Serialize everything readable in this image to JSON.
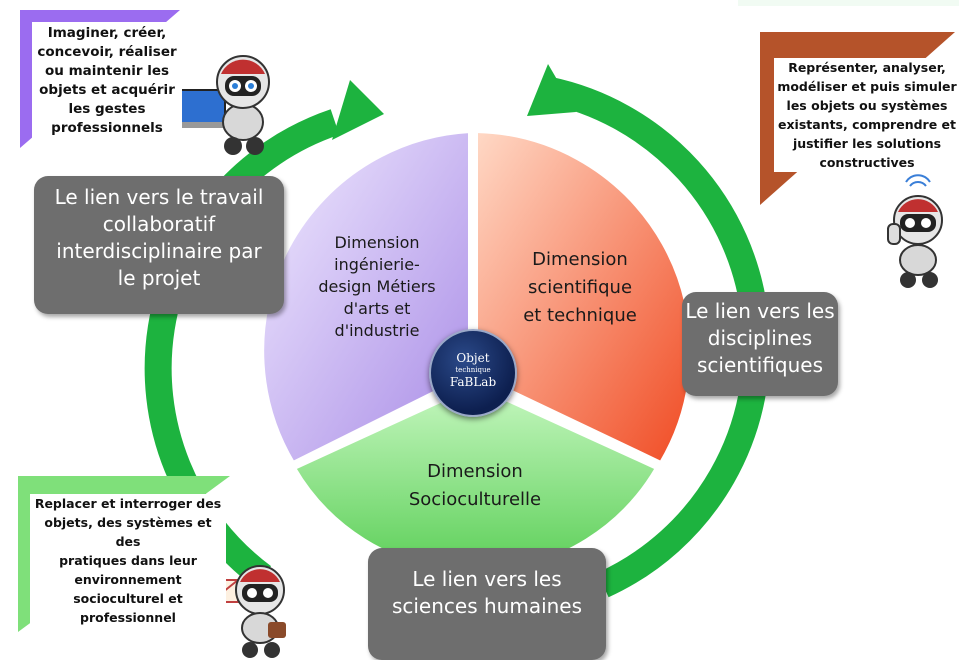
{
  "center": {
    "line1": "Objet",
    "line2": "technique",
    "line3": "FaBLab"
  },
  "segments": {
    "purple": [
      "Dimension",
      "ingénierie-",
      "design Métiers",
      "d'arts et",
      "d'industrie"
    ],
    "orange": [
      "Dimension",
      "scientifique",
      "et technique"
    ],
    "green": [
      "Dimension",
      "Socioculturelle"
    ]
  },
  "links": {
    "travail": [
      "Le lien vers le travail",
      "collaboratif",
      "interdisciplinaire par",
      "le projet"
    ],
    "scientifiques": [
      "Le lien vers les",
      "disciplines",
      "scientifiques"
    ],
    "humaines": [
      "Le lien vers les",
      "sciences humaines"
    ]
  },
  "notes": {
    "top_left": [
      "Imaginer, créer,",
      "concevoir, réaliser",
      "ou maintenir les",
      "objets et acquérir",
      "les gestes",
      "professionnels"
    ],
    "top_right": [
      "Représenter, analyser,",
      "modéliser et puis simuler",
      "les objets ou systèmes",
      "existants, comprendre et",
      "justifier les solutions",
      "constructives"
    ],
    "bottom_left": [
      "Replacer et interroger des",
      "objets, des systèmes et des",
      "pratiques dans leur",
      "environnement",
      "socioculturel et",
      "professionnel"
    ]
  },
  "colors": {
    "ring": "#1db33f",
    "purple": "#b79cf0",
    "orange": "#f2613c",
    "green": "#6fd86a",
    "gray": "#6e6e6e",
    "accent_purple": "#9b6cf0",
    "accent_brown": "#b5532a",
    "accent_green": "#7fe07a"
  }
}
